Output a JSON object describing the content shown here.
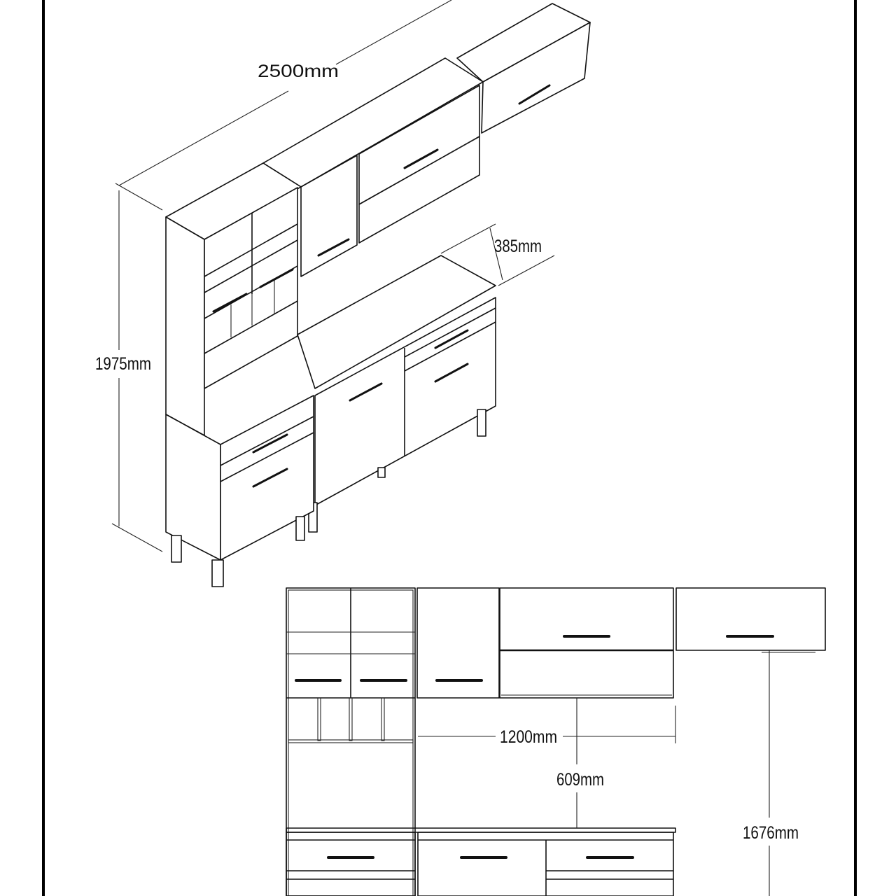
{
  "drawing": {
    "title": "Kitchen cabinet set dimensional drawing",
    "isometric_dimensions": {
      "width": "2500mm",
      "height": "1975mm",
      "depth": "385mm"
    },
    "elevation_dimensions": {
      "counter_width": "1200mm",
      "counter_to_upper_gap": "609mm",
      "floor_to_upper_cabinet": "1676mm"
    }
  }
}
